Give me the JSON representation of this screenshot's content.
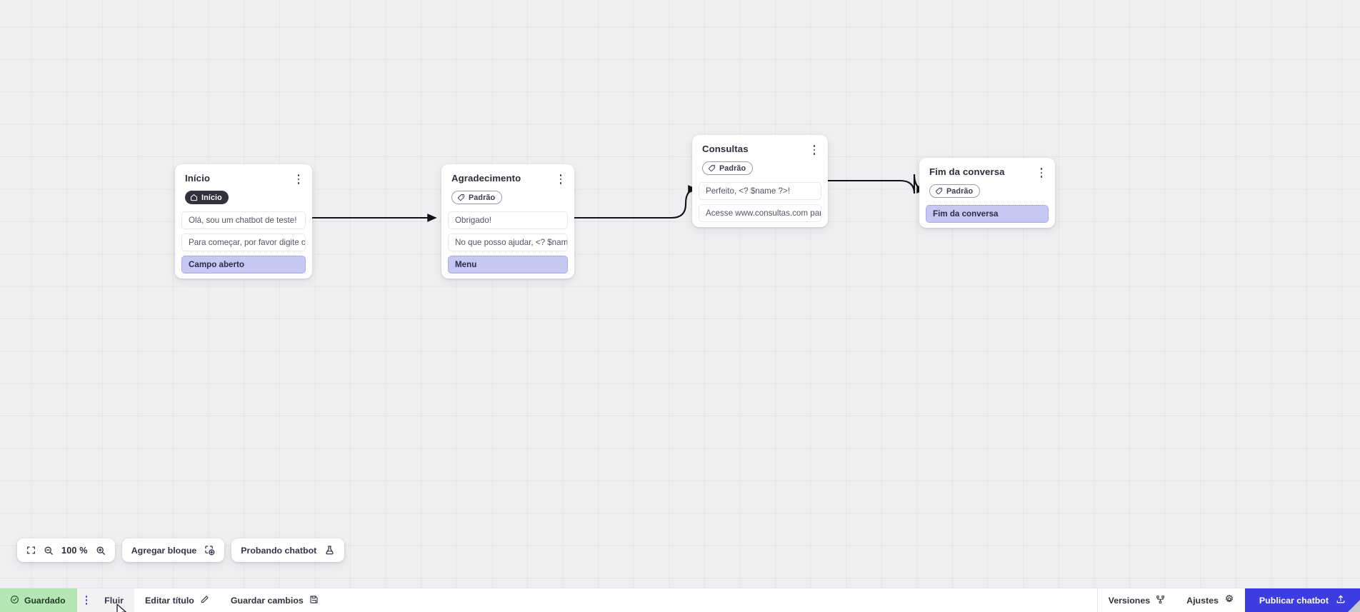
{
  "app": {
    "canvas_zoom": "100 %"
  },
  "nodes": [
    {
      "id": "inicio",
      "title": "Início",
      "badge": {
        "label": "Início",
        "icon": "home-icon",
        "style": "dark"
      },
      "rows": [
        {
          "text": "Olá, sou um chatbot de teste!",
          "type": "message"
        },
        {
          "text": "Para começar, por favor digite o ...",
          "type": "message"
        },
        {
          "text": "Campo aberto",
          "type": "action"
        }
      ]
    },
    {
      "id": "agradecimento",
      "title": "Agradecimento",
      "badge": {
        "label": "Padrão",
        "icon": "tag-icon",
        "style": "outline"
      },
      "rows": [
        {
          "text": "Obrigado!",
          "type": "message"
        },
        {
          "text": "No que posso ajudar, <? $name ...",
          "type": "message"
        },
        {
          "text": "Menu",
          "type": "action"
        }
      ]
    },
    {
      "id": "consultas",
      "title": "Consultas",
      "badge": {
        "label": "Padrão",
        "icon": "tag-icon",
        "style": "outline"
      },
      "rows": [
        {
          "text": "Perfeito, <? $name ?>!",
          "type": "message"
        },
        {
          "text": "Acesse www.consultas.com par...",
          "type": "message"
        }
      ]
    },
    {
      "id": "fim",
      "title": "Fim da conversa",
      "badge": {
        "label": "Padrão",
        "icon": "tag-icon",
        "style": "outline"
      },
      "rows": [
        {
          "text": "Fim da conversa",
          "type": "action"
        }
      ]
    }
  ],
  "canvas_toolbar": {
    "fit_icon": "fit-screen-icon",
    "zoom_out_icon": "zoom-out-icon",
    "zoom_level": "100 %",
    "zoom_in_icon": "zoom-in-icon",
    "add_block_label": "Agregar bloque",
    "add_block_icon": "add-block-icon",
    "test_chatbot_label": "Probando chatbot",
    "test_chatbot_icon": "flask-icon"
  },
  "bottom_bar": {
    "saved_label": "Guardado",
    "saved_icon": "check-circle-icon",
    "menu_icon": "kebab-menu-icon",
    "tab_flow_label": "Fluir",
    "edit_title_label": "Editar título",
    "edit_title_icon": "pencil-icon",
    "save_changes_label": "Guardar cambios",
    "save_changes_icon": "floppy-disk-icon",
    "versions_label": "Versiones",
    "versions_icon": "branch-icon",
    "settings_label": "Ajustes",
    "settings_icon": "gear-icon",
    "publish_label": "Publicar chatbot",
    "publish_icon": "upload-icon"
  },
  "colors": {
    "accent": "#3c3ce0",
    "saved_bg": "#b5e7b6",
    "action_row_bg": "#c6c8f4",
    "badge_dark_bg": "#32323f",
    "canvas_bg": "#efeef0"
  }
}
